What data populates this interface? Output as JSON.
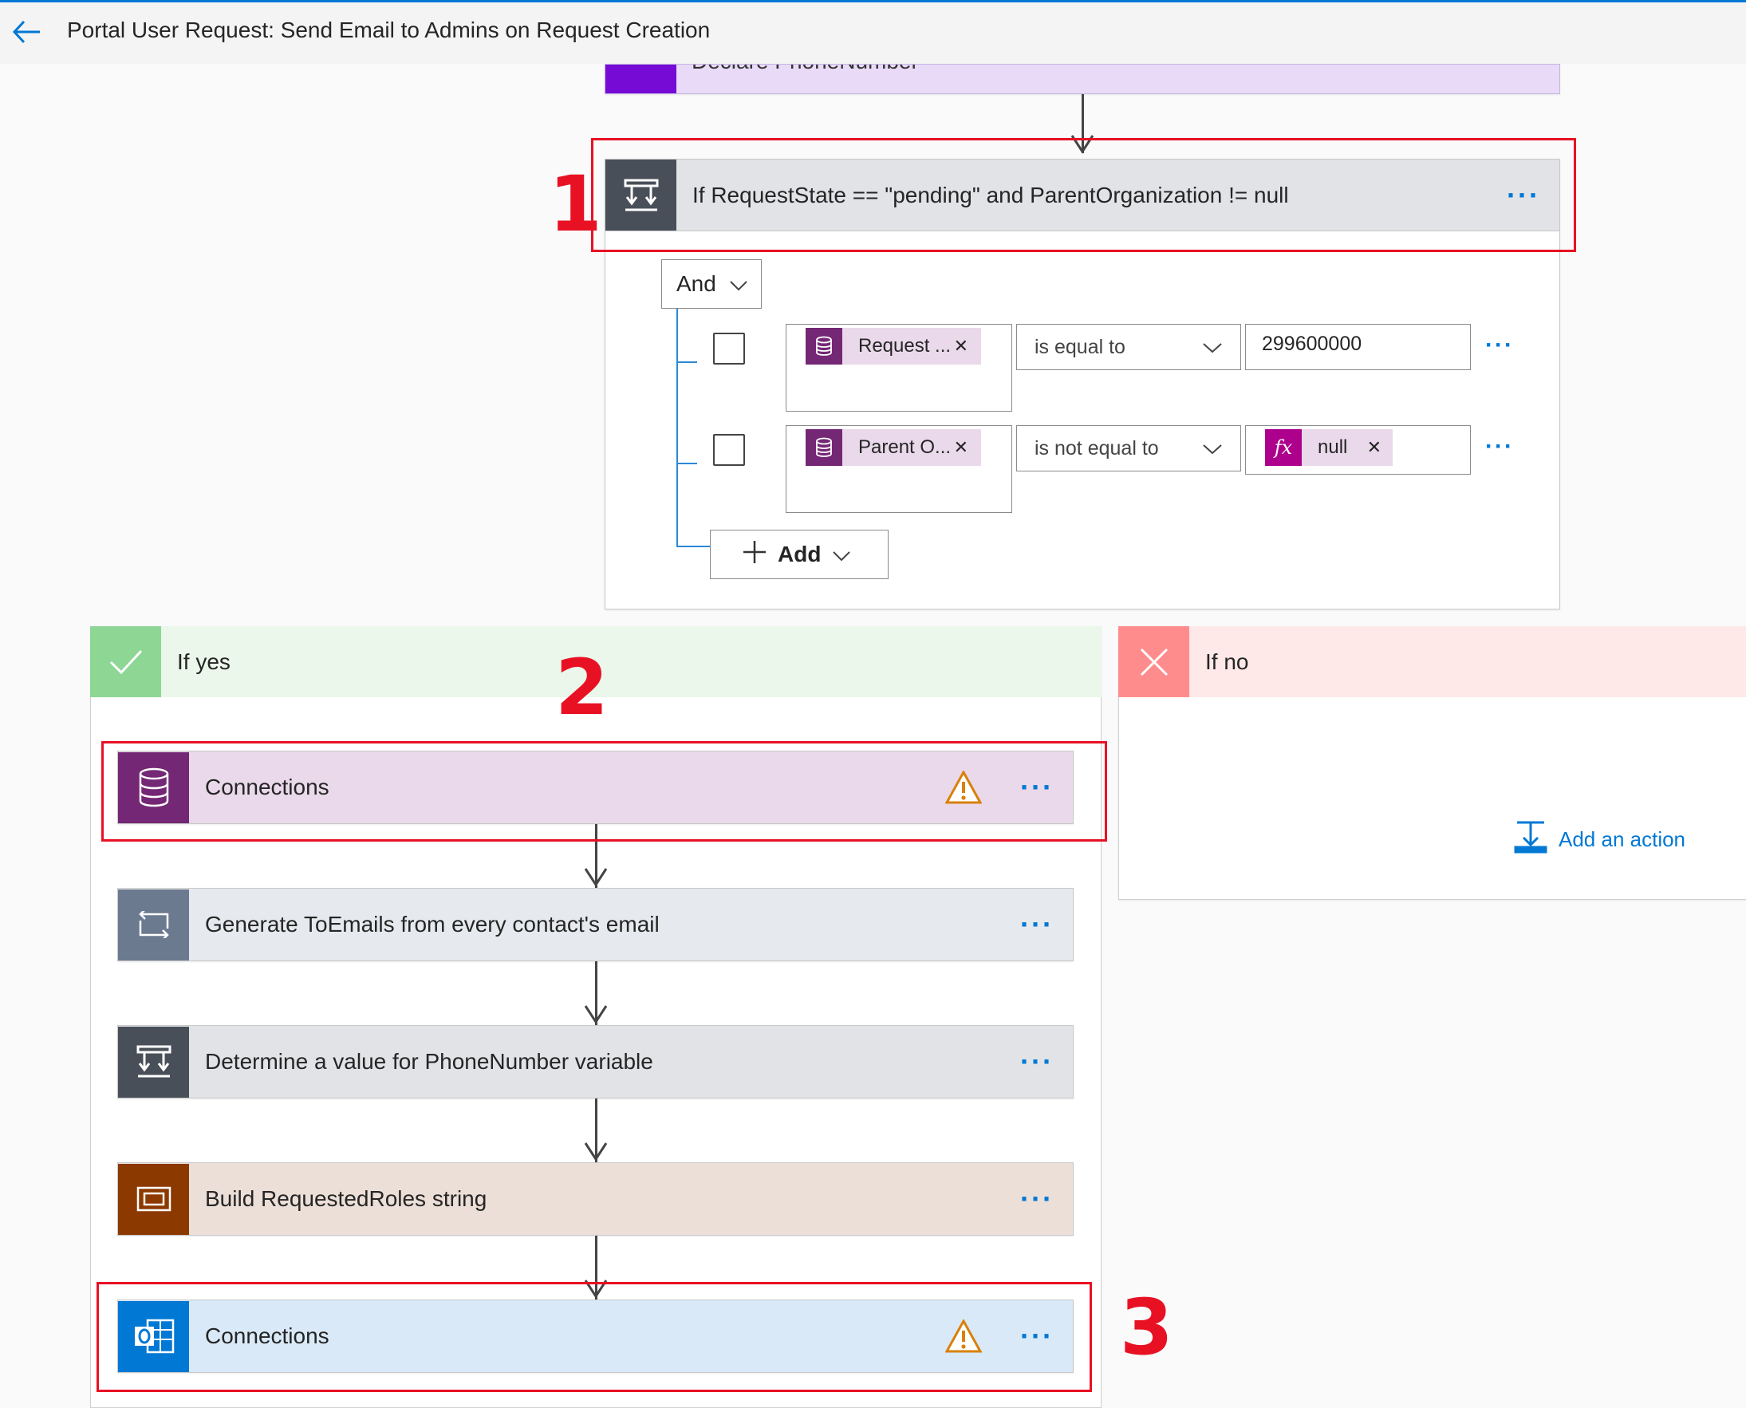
{
  "header": {
    "title": "Portal User Request: Send Email to Admins on Request Creation"
  },
  "top_step": {
    "title": "Declare PhoneNumber"
  },
  "condition": {
    "title": "If RequestState == \"pending\" and ParentOrganization != null",
    "group_operator": "And",
    "rows": [
      {
        "token_label": "Request ...",
        "operator": "is equal to",
        "value": "299600000"
      },
      {
        "token_label": "Parent O...",
        "operator": "is not equal to",
        "value": "null"
      }
    ],
    "add_label": "Add"
  },
  "branches": {
    "yes": {
      "label": "If yes"
    },
    "no": {
      "label": "If no",
      "add_action": "Add an action"
    }
  },
  "yes_steps": [
    {
      "title": "Connections",
      "warning": true
    },
    {
      "title": "Generate ToEmails from every contact's email"
    },
    {
      "title": "Determine a value for PhoneNumber variable"
    },
    {
      "title": "Build RequestedRoles string"
    },
    {
      "title": "Connections",
      "warning": true
    }
  ],
  "annotations": [
    "1",
    "2",
    "3"
  ],
  "colors": {
    "accent": "#0078d4",
    "variable": "#770bd6",
    "condition": "#484f58",
    "dataverse": "#742774",
    "loop": "#6b7a8f",
    "compose": "#8c3900",
    "outlook": "#0078d4",
    "yes": "#8dd694",
    "no": "#ff8c8c",
    "highlight": "#e81123"
  }
}
